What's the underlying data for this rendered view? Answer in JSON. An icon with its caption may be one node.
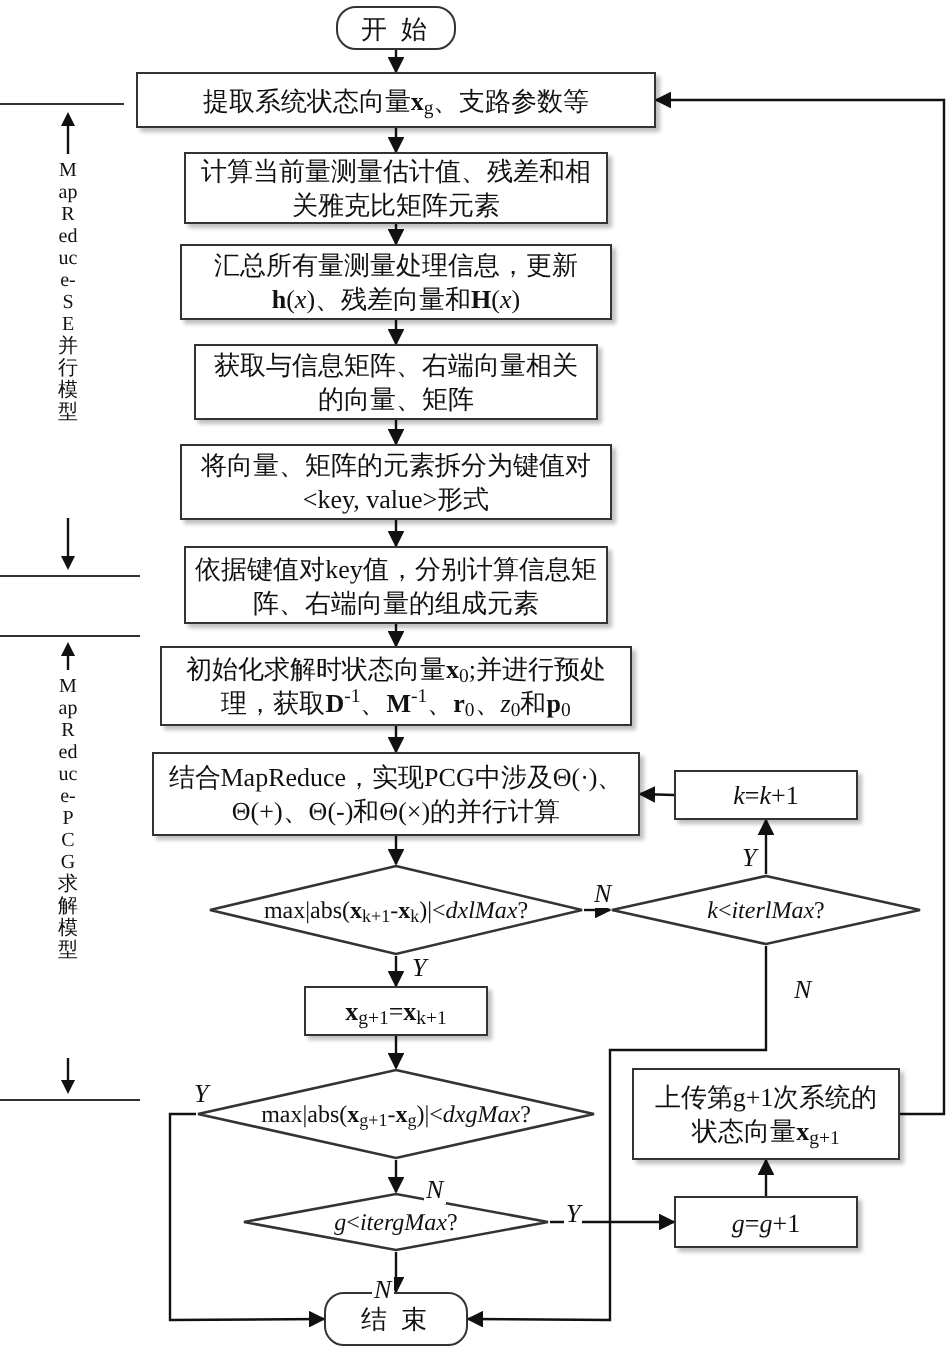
{
  "diagram": {
    "nodes": [
      {
        "text": [
          "开 始"
        ]
      },
      {
        "text": [
          "提取系统状态向量**x**$_{g}$、支路参数等"
        ]
      },
      {
        "text": [
          "计算当前量测量估计值、残差和相关雅克比矩阵元素"
        ]
      },
      {
        "text": [
          "汇总所有量测量处理信息，更新**h**(*x*)、残差向量和**H**(*x*)"
        ]
      },
      {
        "text": [
          "获取与信息矩阵、右端向量相关的向量、矩阵"
        ]
      },
      {
        "text": [
          "将向量、矩阵的元素拆分为键值对<key, value>形式"
        ]
      },
      {
        "text": [
          "依据键值对key值，分别计算信息矩阵、右端向量的组成元素"
        ]
      },
      {
        "text": [
          "初始化求解时状态向量**x**$_{0}$;并进行预处理，获取**D**$^{-1}$、**M**$^{-1}$、**r**$_{0}$、*z*$_{0}$和**p**$_{0}$"
        ]
      },
      {
        "text": [
          "结合MapReduce，实现PCG中涉及Θ(·)、Θ(+)、Θ(-)和Θ(×)的并行计算"
        ]
      },
      {
        "text": [
          "*k*=*k*+1"
        ]
      },
      {
        "text": [
          "max|abs(**x**$_{k+1}$-**x**$_{k}$)|<*dxlMax*?"
        ]
      },
      {
        "text": [
          "*k*<*iterlMax*?"
        ]
      },
      {
        "text": [
          "**x**$_{g+1}$=**x**$_{k+1}$"
        ]
      },
      {
        "text": [
          "max|abs(**x**$_{g+1}$-**x**$_{g}$)|<*dxgMax*?"
        ]
      },
      {
        "text": [
          "*g*<*itergMax*?"
        ]
      },
      {
        "text": [
          "结 束"
        ]
      },
      {
        "text": [
          "*g*=*g*+1"
        ]
      },
      {
        "text": [
          "上传第g+1次系统的状态向量**x**$_{g+1}$"
        ]
      }
    ],
    "edges": [
      {
        "from": 0,
        "to": 1,
        "arrow": "to"
      },
      {
        "from": 1,
        "to": 2,
        "arrow": "to"
      },
      {
        "from": 2,
        "to": 3,
        "arrow": "to"
      },
      {
        "from": 3,
        "to": 4,
        "arrow": "to"
      },
      {
        "from": 4,
        "to": 5,
        "arrow": "to"
      },
      {
        "from": 5,
        "to": 6,
        "arrow": "to"
      },
      {
        "from": 6,
        "to": 7,
        "arrow": "to"
      },
      {
        "from": 7,
        "to": 8,
        "arrow": "to"
      },
      {
        "from": 8,
        "to": 10,
        "arrow": "to"
      },
      {
        "from": 10,
        "to": 12,
        "arrow": "to",
        "label": "Y"
      },
      {
        "from": 10,
        "to": 11,
        "arrow": "to",
        "label": "N"
      },
      {
        "from": 11,
        "to": 9,
        "arrow": "to",
        "label": "Y"
      },
      {
        "from": 9,
        "to": 8,
        "arrow": "to"
      },
      {
        "from": 11,
        "to": 15,
        "arrow": "to",
        "label": "N"
      },
      {
        "from": 12,
        "to": 13,
        "arrow": "to"
      },
      {
        "from": 13,
        "to": 15,
        "arrow": "to",
        "label": "Y"
      },
      {
        "from": 13,
        "to": 14,
        "arrow": "to",
        "label": "N"
      },
      {
        "from": 14,
        "to": 15,
        "arrow": "to",
        "label": "N"
      },
      {
        "from": 14,
        "to": 16,
        "arrow": "to",
        "label": "Y"
      },
      {
        "from": 16,
        "to": 17,
        "arrow": "to"
      },
      {
        "from": 17,
        "to": 1,
        "arrow": "to"
      }
    ],
    "labels": [
      "MapReduce-SE并行模型",
      "MapReduce-PCG求解模型"
    ]
  }
}
